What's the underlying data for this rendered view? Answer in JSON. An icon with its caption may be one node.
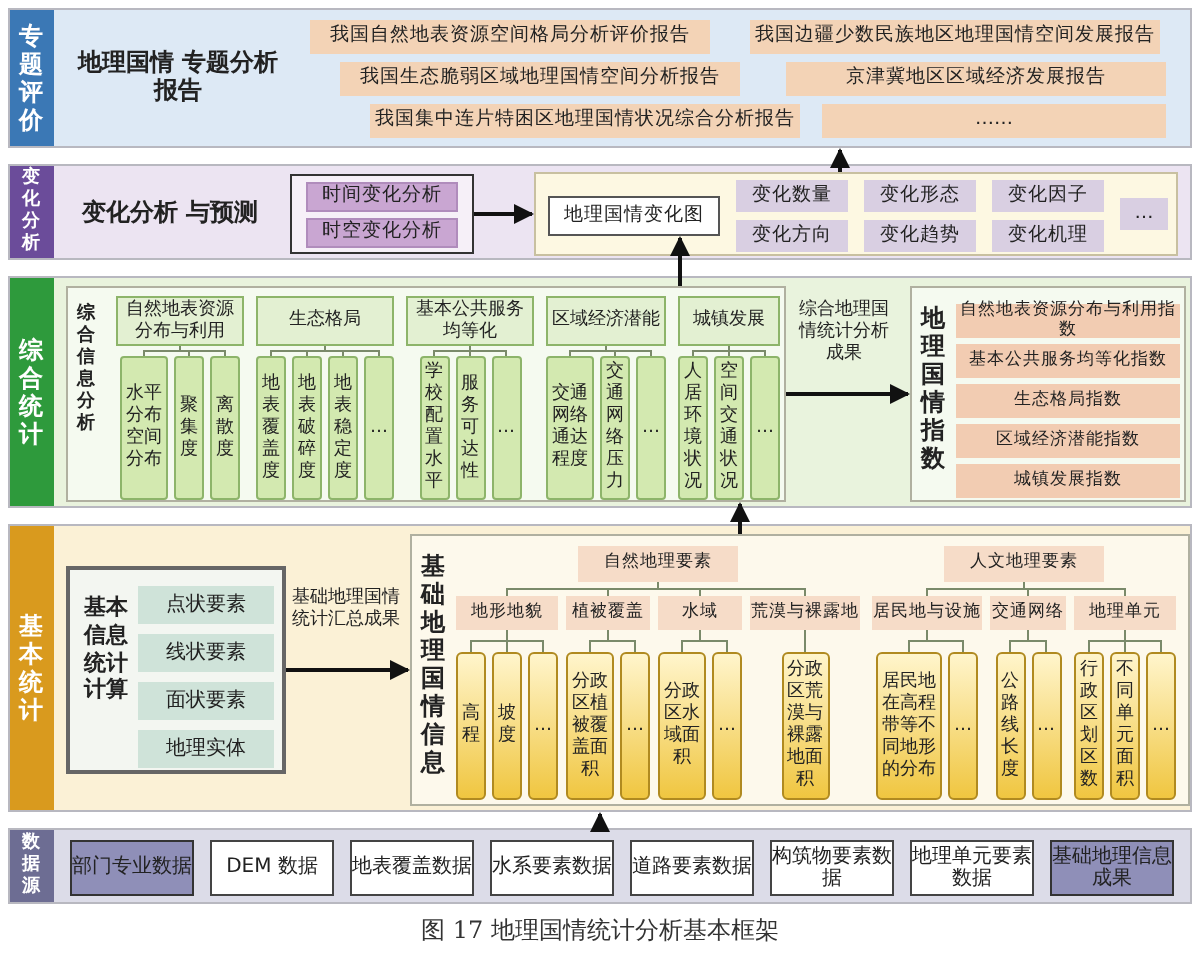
{
  "diagram": {
    "caption": "图 17 地理国情统计分析基本框架",
    "nodes": [
      {
        "text": [
          "专题评价"
        ]
      },
      {
        "text": [
          "地理国情 专题分析报告"
        ],
        "in": 0
      },
      {
        "text": [
          "我国自然地表资源空间格局分析评价报告"
        ],
        "in": 0
      },
      {
        "text": [
          "我国生态脆弱区域地理国情空间分析报告"
        ],
        "in": 0
      },
      {
        "text": [
          "我国集中连片特困区地理国情状况综合分析报告"
        ],
        "in": 0
      },
      {
        "text": [
          "我国边疆少数民族地区地理国情空间发展报告"
        ],
        "in": 0
      },
      {
        "text": [
          "京津冀地区区域经济发展报告"
        ],
        "in": 0
      },
      {
        "text": [
          "……"
        ],
        "in": 0
      },
      {
        "text": [
          "变化分析"
        ]
      },
      {
        "text": [
          "变化分析 与预测"
        ],
        "in": 8
      },
      {
        "text": [],
        "shape": "box",
        "in": 8
      },
      {
        "text": [
          "时间变化分析"
        ],
        "in": 10
      },
      {
        "text": [
          "时空变化分析"
        ],
        "in": 10
      },
      {
        "text": [],
        "shape": "box",
        "in": 8
      },
      {
        "text": [
          "地理国情变化图"
        ],
        "in": 13
      },
      {
        "text": [
          "变化数量"
        ],
        "in": 13
      },
      {
        "text": [
          "变化形态"
        ],
        "in": 13
      },
      {
        "text": [
          "变化因子"
        ],
        "in": 13
      },
      {
        "text": [
          "变化方向"
        ],
        "in": 13
      },
      {
        "text": [
          "变化趋势"
        ],
        "in": 13
      },
      {
        "text": [
          "变化机理"
        ],
        "in": 13
      },
      {
        "text": [
          "…"
        ],
        "in": 13
      },
      {
        "text": [
          "综合统计"
        ]
      },
      {
        "text": [
          "综合信息分析"
        ],
        "in": 22
      },
      {
        "text": [
          "自然地表资源分布与利用"
        ],
        "in": 23
      },
      {
        "text": [
          "水平分布空间分布"
        ],
        "in": 23
      },
      {
        "text": [
          "聚集度"
        ],
        "in": 23
      },
      {
        "text": [
          "离散度"
        ],
        "in": 23
      },
      {
        "text": [
          "生态格局"
        ],
        "in": 23
      },
      {
        "text": [
          "地表覆盖度"
        ],
        "in": 23
      },
      {
        "text": [
          "地表破碎度"
        ],
        "in": 23
      },
      {
        "text": [
          "地表稳定度"
        ],
        "in": 23
      },
      {
        "text": [
          "…"
        ],
        "in": 23
      },
      {
        "text": [
          "基本公共服务均等化"
        ],
        "in": 23
      },
      {
        "text": [
          "学校配置水平"
        ],
        "in": 23
      },
      {
        "text": [
          "服务可达性"
        ],
        "in": 23
      },
      {
        "text": [
          "…"
        ],
        "in": 23
      },
      {
        "text": [
          "区域经济潜能"
        ],
        "in": 23
      },
      {
        "text": [
          "交通网络通达程度"
        ],
        "in": 23
      },
      {
        "text": [
          "交通网络压力"
        ],
        "in": 23
      },
      {
        "text": [
          "…"
        ],
        "in": 23
      },
      {
        "text": [
          "城镇发展"
        ],
        "in": 23
      },
      {
        "text": [
          "人居环境状况"
        ],
        "in": 23
      },
      {
        "text": [
          "空间交通状况"
        ],
        "in": 23
      },
      {
        "text": [
          "…"
        ],
        "in": 23
      },
      {
        "text": [
          "地理国情指数"
        ],
        "in": 22
      },
      {
        "text": [
          "自然地表资源分布与利用指数"
        ],
        "in": 45
      },
      {
        "text": [
          "基本公共服务均等化指数"
        ],
        "in": 45
      },
      {
        "text": [
          "生态格局指数"
        ],
        "in": 45
      },
      {
        "text": [
          "区域经济潜能指数"
        ],
        "in": 45
      },
      {
        "text": [
          "城镇发展指数"
        ],
        "in": 45
      },
      {
        "text": [
          "基本统计"
        ]
      },
      {
        "text": [
          "基本信息统计计算"
        ],
        "in": 51
      },
      {
        "text": [
          "点状要素"
        ],
        "in": 52
      },
      {
        "text": [
          "线状要素"
        ],
        "in": 52
      },
      {
        "text": [
          "面状要素"
        ],
        "in": 52
      },
      {
        "text": [
          "地理实体"
        ],
        "in": 52
      },
      {
        "text": [
          "基础地理国情信息"
        ],
        "in": 51
      },
      {
        "text": [
          "自然地理要素"
        ],
        "in": 57
      },
      {
        "text": [
          "地形地貌"
        ],
        "in": 57
      },
      {
        "text": [
          "高程"
        ],
        "in": 57
      },
      {
        "text": [
          "坡度"
        ],
        "in": 57
      },
      {
        "text": [
          "…"
        ],
        "in": 57
      },
      {
        "text": [
          "植被覆盖"
        ],
        "in": 57
      },
      {
        "text": [
          "分政区植被覆盖面积"
        ],
        "in": 57
      },
      {
        "text": [
          "…"
        ],
        "in": 57
      },
      {
        "text": [
          "水域"
        ],
        "in": 57
      },
      {
        "text": [
          "分政区水域面积"
        ],
        "in": 57
      },
      {
        "text": [
          "…"
        ],
        "in": 57
      },
      {
        "text": [
          "荒漠与裸露地"
        ],
        "in": 57
      },
      {
        "text": [
          "分政区荒漠与裸露地面积"
        ],
        "in": 57
      },
      {
        "text": [
          "人文地理要素"
        ],
        "in": 57
      },
      {
        "text": [
          "居民地与设施"
        ],
        "in": 57
      },
      {
        "text": [
          "居民地在高程带等不同地形的分布"
        ],
        "in": 57
      },
      {
        "text": [
          "…"
        ],
        "in": 57
      },
      {
        "text": [
          "交通网络"
        ],
        "in": 57
      },
      {
        "text": [
          "公路线长度"
        ],
        "in": 57
      },
      {
        "text": [
          "…"
        ],
        "in": 57
      },
      {
        "text": [
          "地理单元"
        ],
        "in": 57
      },
      {
        "text": [
          "行政区划区数"
        ],
        "in": 57
      },
      {
        "text": [
          "不同单元面积"
        ],
        "in": 57
      },
      {
        "text": [
          "…"
        ],
        "in": 57
      },
      {
        "text": [
          "数据源"
        ]
      },
      {
        "text": [
          "部门专业数据"
        ],
        "in": 82
      },
      {
        "text": [
          "DEM 数据"
        ],
        "in": 82
      },
      {
        "text": [
          "地表覆盖数据"
        ],
        "in": 82
      },
      {
        "text": [
          "水系要素数据"
        ],
        "in": 82
      },
      {
        "text": [
          "道路要素数据"
        ],
        "in": 82
      },
      {
        "text": [
          "构筑物要素数据"
        ],
        "in": 82
      },
      {
        "text": [
          "地理单元要素数据"
        ],
        "in": 82
      },
      {
        "text": [
          "基础地理信息成果"
        ],
        "in": 82
      }
    ],
    "edges": [
      {
        "from": 82,
        "to": 51,
        "arrow": "to",
        "color": "#111111"
      },
      {
        "from": 52,
        "to": 57,
        "arrow": "to",
        "label": "基础地理国情统计汇总成果",
        "color": "#111111"
      },
      {
        "from": 57,
        "to": 23,
        "arrow": "to",
        "color": "#111111"
      },
      {
        "from": 23,
        "to": 45,
        "arrow": "to",
        "label": "综合地理国情统计分析成果",
        "color": "#111111"
      },
      {
        "from": 23,
        "to": 14,
        "arrow": "to",
        "color": "#111111"
      },
      {
        "from": 10,
        "to": 13,
        "arrow": "to",
        "color": "#111111"
      },
      {
        "from": 13,
        "to": 0,
        "arrow": "to",
        "color": "#111111"
      },
      {
        "from": 25,
        "to": 24,
        "arrow": "none"
      },
      {
        "from": 26,
        "to": 24,
        "arrow": "none"
      },
      {
        "from": 27,
        "to": 24,
        "arrow": "none"
      },
      {
        "from": 29,
        "to": 28,
        "arrow": "none"
      },
      {
        "from": 30,
        "to": 28,
        "arrow": "none"
      },
      {
        "from": 31,
        "to": 28,
        "arrow": "none"
      },
      {
        "from": 32,
        "to": 28,
        "arrow": "none"
      },
      {
        "from": 34,
        "to": 33,
        "arrow": "none"
      },
      {
        "from": 35,
        "to": 33,
        "arrow": "none"
      },
      {
        "from": 36,
        "to": 33,
        "arrow": "none"
      },
      {
        "from": 38,
        "to": 37,
        "arrow": "none"
      },
      {
        "from": 39,
        "to": 37,
        "arrow": "none"
      },
      {
        "from": 40,
        "to": 37,
        "arrow": "none"
      },
      {
        "from": 42,
        "to": 41,
        "arrow": "none"
      },
      {
        "from": 43,
        "to": 41,
        "arrow": "none"
      },
      {
        "from": 44,
        "to": 41,
        "arrow": "none"
      },
      {
        "from": 59,
        "to": 58,
        "arrow": "none"
      },
      {
        "from": 63,
        "to": 58,
        "arrow": "none"
      },
      {
        "from": 66,
        "to": 58,
        "arrow": "none"
      },
      {
        "from": 69,
        "to": 58,
        "arrow": "none"
      },
      {
        "from": 60,
        "to": 59,
        "arrow": "none"
      },
      {
        "from": 61,
        "to": 59,
        "arrow": "none"
      },
      {
        "from": 62,
        "to": 59,
        "arrow": "none"
      },
      {
        "from": 64,
        "to": 63,
        "arrow": "none"
      },
      {
        "from": 65,
        "to": 63,
        "arrow": "none"
      },
      {
        "from": 67,
        "to": 66,
        "arrow": "none"
      },
      {
        "from": 68,
        "to": 66,
        "arrow": "none"
      },
      {
        "from": 70,
        "to": 69,
        "arrow": "none"
      },
      {
        "from": 72,
        "to": 71,
        "arrow": "none"
      },
      {
        "from": 75,
        "to": 71,
        "arrow": "none"
      },
      {
        "from": 78,
        "to": 71,
        "arrow": "none"
      },
      {
        "from": 73,
        "to": 72,
        "arrow": "none"
      },
      {
        "from": 74,
        "to": 72,
        "arrow": "none"
      },
      {
        "from": 76,
        "to": 75,
        "arrow": "none"
      },
      {
        "from": 77,
        "to": 75,
        "arrow": "none"
      },
      {
        "from": 79,
        "to": 78,
        "arrow": "none"
      },
      {
        "from": 80,
        "to": 78,
        "arrow": "none"
      },
      {
        "from": 81,
        "to": 78,
        "arrow": "none"
      }
    ]
  }
}
